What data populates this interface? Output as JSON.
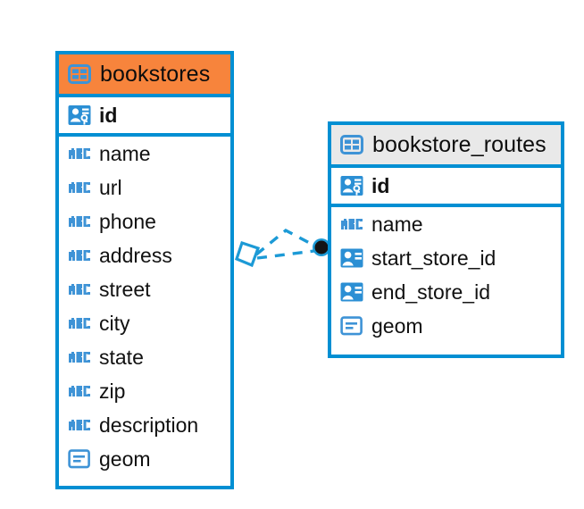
{
  "diagram": {
    "kind": "entity-relationship-diagram",
    "background_color": "#ffffff",
    "accent_color": "#008fd3",
    "highlight_color": "#f7843c",
    "header_grey": "#e9e9e9",
    "entities": [
      {
        "name": "bookstores",
        "header_style": "accent-orange",
        "table_icon": "table-icon",
        "fields": [
          {
            "label": "id",
            "icon": "primary-key-icon",
            "key": "pk"
          },
          {
            "label": "name",
            "icon": "text-abc-icon",
            "key": "text"
          },
          {
            "label": "url",
            "icon": "text-abc-icon",
            "key": "text"
          },
          {
            "label": "phone",
            "icon": "text-abc-icon",
            "key": "text"
          },
          {
            "label": "address",
            "icon": "text-abc-icon",
            "key": "text"
          },
          {
            "label": "street",
            "icon": "text-abc-icon",
            "key": "text"
          },
          {
            "label": "city",
            "icon": "text-abc-icon",
            "key": "text"
          },
          {
            "label": "state",
            "icon": "text-abc-icon",
            "key": "text"
          },
          {
            "label": "zip",
            "icon": "text-abc-icon",
            "key": "text"
          },
          {
            "label": "description",
            "icon": "text-abc-icon",
            "key": "text"
          },
          {
            "label": "geom",
            "icon": "geometry-icon",
            "key": "geom"
          }
        ]
      },
      {
        "name": "bookstore_routes",
        "header_style": "accent-grey",
        "table_icon": "table-icon",
        "fields": [
          {
            "label": "id",
            "icon": "primary-key-icon",
            "key": "pk"
          },
          {
            "label": "name",
            "icon": "text-abc-icon",
            "key": "text"
          },
          {
            "label": "start_store_id",
            "icon": "foreign-key-icon",
            "key": "fk"
          },
          {
            "label": "end_store_id",
            "icon": "foreign-key-icon",
            "key": "fk"
          },
          {
            "label": "geom",
            "icon": "geometry-icon",
            "key": "geom"
          }
        ]
      }
    ],
    "relationship": {
      "style": "dashed",
      "color": "#1c9ad6",
      "source_endpoint": "diamond-endpoint",
      "target_endpoint": "filled-circle-endpoint"
    }
  }
}
